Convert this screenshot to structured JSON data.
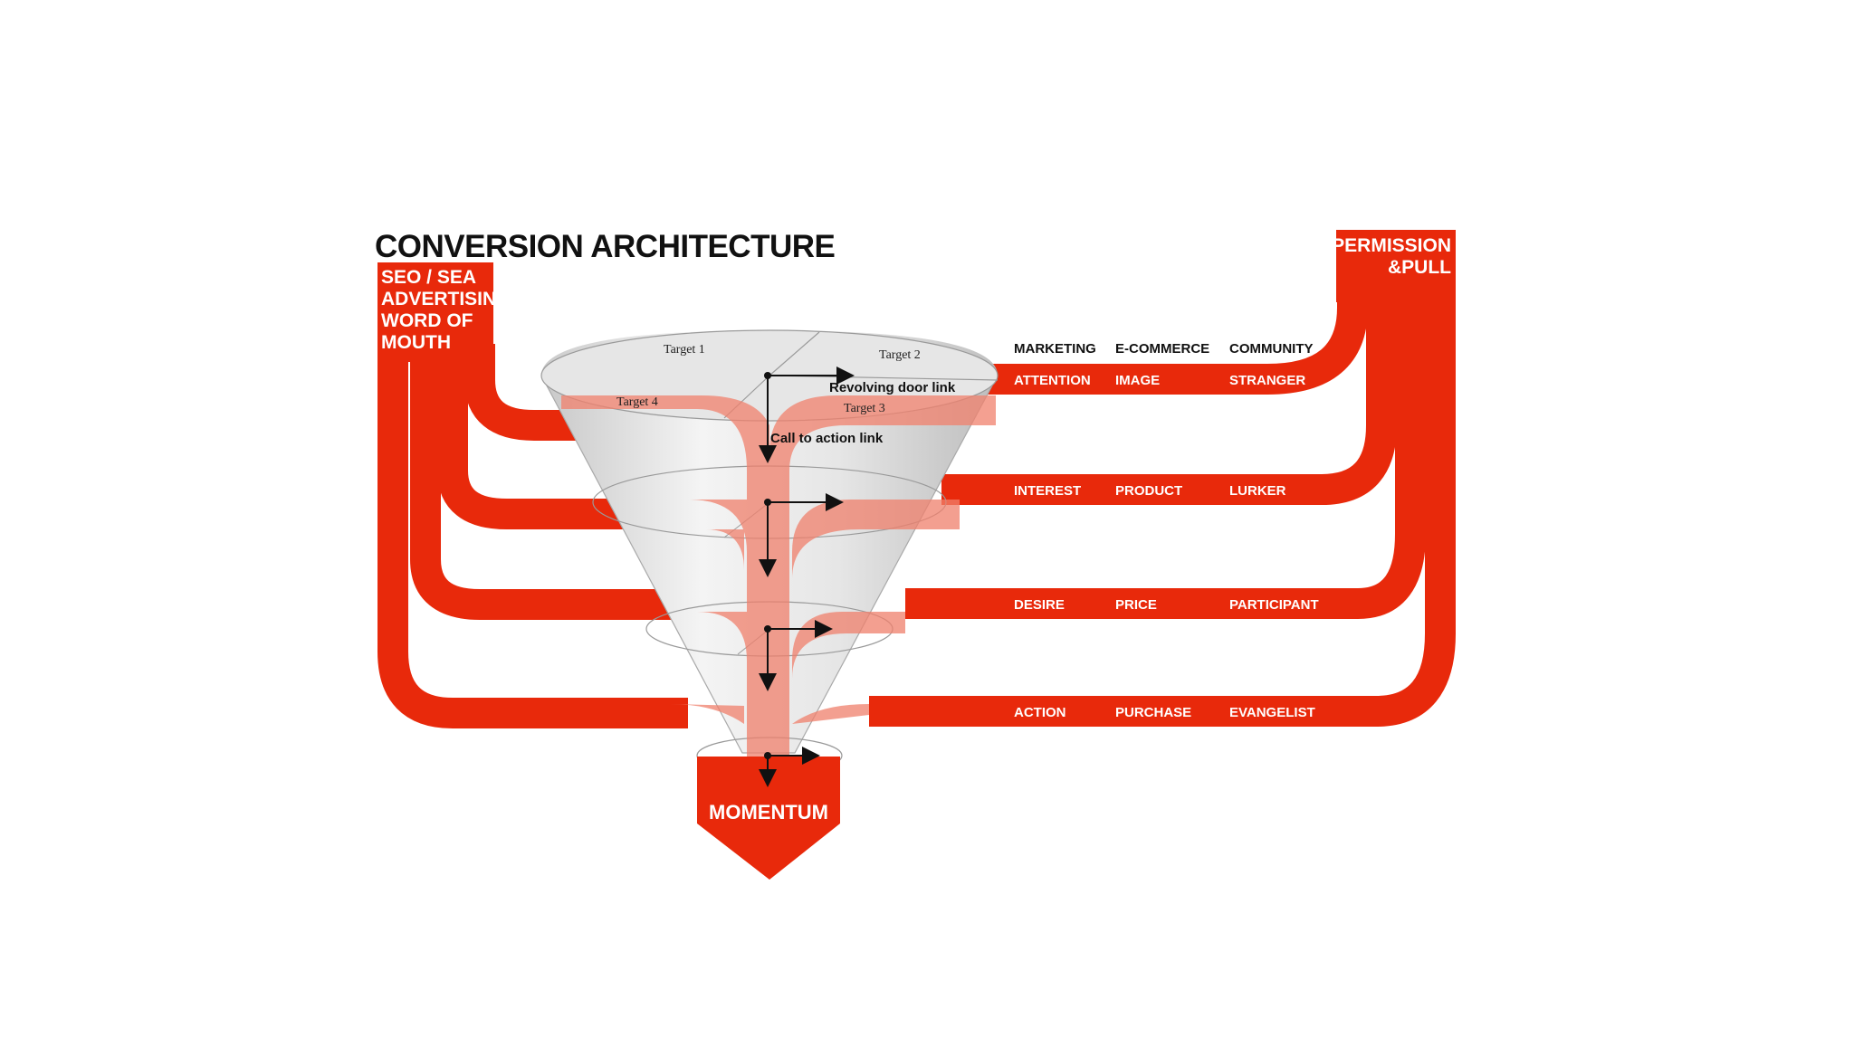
{
  "title": "CONVERSION ARCHITECTURE",
  "left_source": [
    "SEO / SEA",
    "ADVERTISING",
    "WORD OF",
    "MOUTH"
  ],
  "right_source": [
    "PERMISSION",
    "&PULL"
  ],
  "output": "MOMENTUM",
  "columns": [
    "MARKETING",
    "E-COMMERCE",
    "COMMUNITY"
  ],
  "stages": [
    {
      "marketing": "ATTENTION",
      "ecommerce": "IMAGE",
      "community": "STRANGER"
    },
    {
      "marketing": "INTEREST",
      "ecommerce": "PRODUCT",
      "community": "LURKER"
    },
    {
      "marketing": "DESIRE",
      "ecommerce": "PRICE",
      "community": "PARTICIPANT"
    },
    {
      "marketing": "ACTION",
      "ecommerce": "PURCHASE",
      "community": "EVANGELIST"
    }
  ],
  "targets": [
    "Target 1",
    "Target 2",
    "Target 3",
    "Target 4"
  ],
  "links": {
    "revolving": "Revolving door link",
    "call_to_action": "Call to action link"
  },
  "colors": {
    "accent": "#e8290b",
    "accent_light": "#f3a193",
    "funnel": "#d9d9d9",
    "text_dark": "#111111",
    "text_light": "#ffffff"
  }
}
